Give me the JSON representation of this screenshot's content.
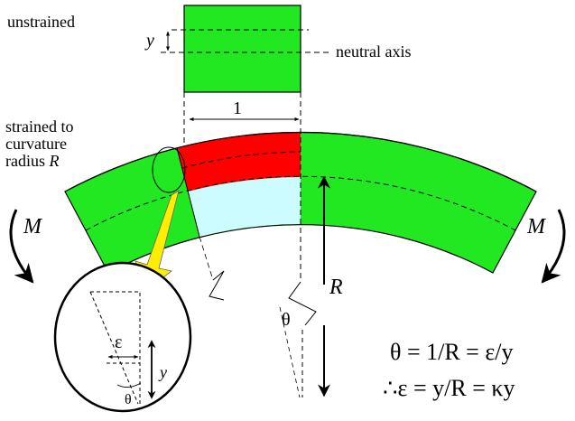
{
  "labels": {
    "unstrained": "unstrained",
    "y": "y",
    "neutral_axis": "neutral axis",
    "unit_length": "1",
    "strained_line1": "strained to",
    "strained_line2": "curvature",
    "strained_line3_prefix": "radius ",
    "strained_line3_R": "R",
    "moment_left": "M",
    "moment_right": "M",
    "radius": "R",
    "theta": "θ",
    "inset_epsilon": "ε",
    "inset_theta": "θ",
    "inset_y": "y"
  },
  "equations": {
    "line1": "θ = 1/R = ε/y",
    "line2": "∴ε = y/R = κy"
  },
  "colors": {
    "beam": "#22e822",
    "tension": "#ff0000",
    "compression": "#ccfcff",
    "pointer": "#ffee00"
  }
}
